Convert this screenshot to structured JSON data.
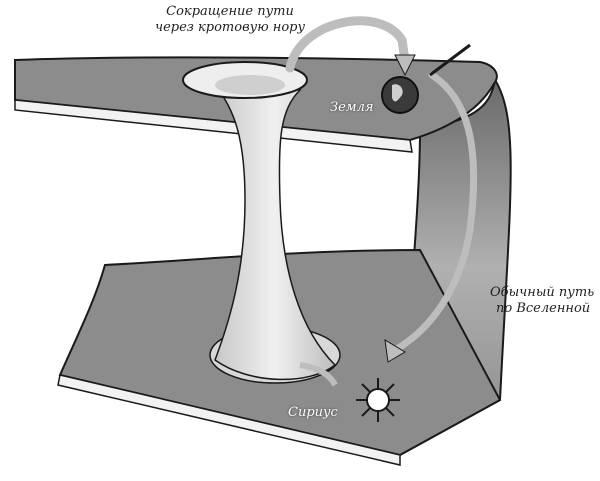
{
  "labels": {
    "shortcut_line1": "Сокращение пути",
    "shortcut_line2": "через кротовую нору",
    "earth": "Земля",
    "normal_line1": "Обычный путь",
    "normal_line2": "по Вселенной",
    "sirius": "Сириус"
  },
  "colors": {
    "sheet": "#8c8c8c",
    "sheet_dark": "#5e5e5e",
    "edge": "#f2f2f2",
    "outline": "#1a1a1a",
    "arrow": "#bdbdbd",
    "wormhole": "#d8d8d8"
  }
}
